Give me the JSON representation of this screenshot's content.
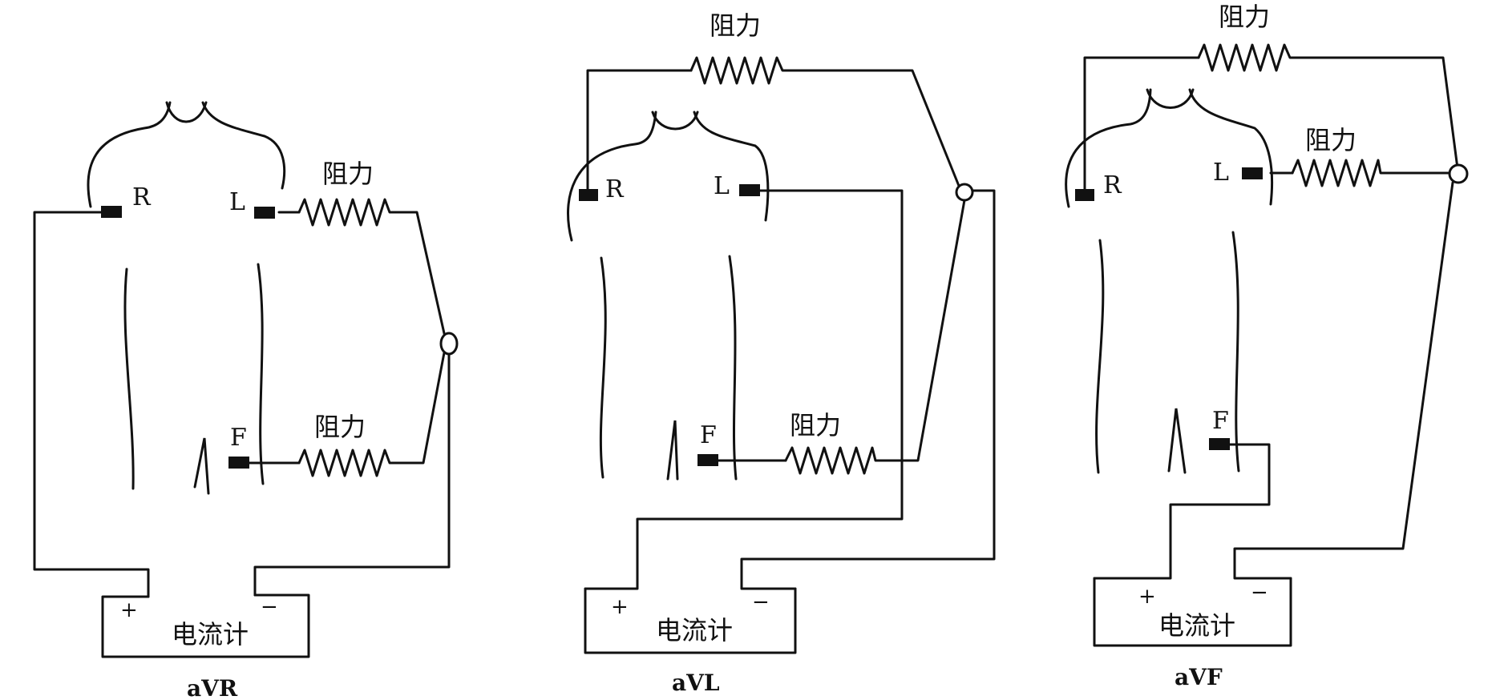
{
  "panels": [
    {
      "caption": "aVR",
      "electrodes": {
        "right_arm": "R",
        "left_arm": "L",
        "left_leg": "F"
      },
      "resistors": [
        "阻力",
        "阻力"
      ],
      "galvanometer": {
        "label": "电流计",
        "plus": "+",
        "minus": "−"
      }
    },
    {
      "caption": "aVL",
      "electrodes": {
        "right_arm": "R",
        "left_arm": "L",
        "left_leg": "F"
      },
      "resistors": [
        "阻力",
        "阻力"
      ],
      "galvanometer": {
        "label": "电流计",
        "plus": "+",
        "minus": "−"
      }
    },
    {
      "caption": "aVF",
      "electrodes": {
        "right_arm": "R",
        "left_arm": "L",
        "left_leg": "F"
      },
      "resistors": [
        "阻力",
        "阻力"
      ],
      "galvanometer": {
        "label": "电流计",
        "plus": "+",
        "minus": "−"
      }
    }
  ]
}
